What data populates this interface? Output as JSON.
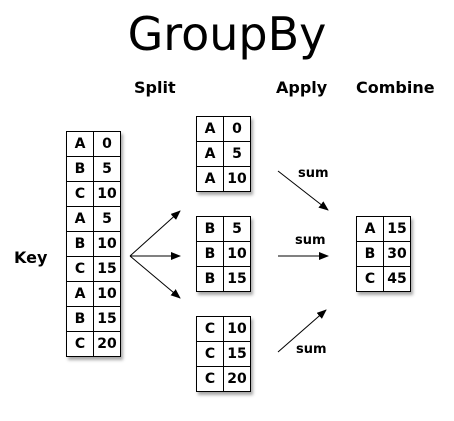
{
  "title": "GroupBy",
  "headers": {
    "split": "Split",
    "apply": "Apply",
    "combine": "Combine"
  },
  "key_label": "Key",
  "sum_label": "sum",
  "source_table": [
    {
      "key": "A",
      "value": "0"
    },
    {
      "key": "B",
      "value": "5"
    },
    {
      "key": "C",
      "value": "10"
    },
    {
      "key": "A",
      "value": "5"
    },
    {
      "key": "B",
      "value": "10"
    },
    {
      "key": "C",
      "value": "15"
    },
    {
      "key": "A",
      "value": "10"
    },
    {
      "key": "B",
      "value": "15"
    },
    {
      "key": "C",
      "value": "20"
    }
  ],
  "split_groups": [
    [
      {
        "key": "A",
        "value": "0"
      },
      {
        "key": "A",
        "value": "5"
      },
      {
        "key": "A",
        "value": "10"
      }
    ],
    [
      {
        "key": "B",
        "value": "5"
      },
      {
        "key": "B",
        "value": "10"
      },
      {
        "key": "B",
        "value": "15"
      }
    ],
    [
      {
        "key": "C",
        "value": "10"
      },
      {
        "key": "C",
        "value": "15"
      },
      {
        "key": "C",
        "value": "20"
      }
    ]
  ],
  "combined_table": [
    {
      "key": "A",
      "value": "15"
    },
    {
      "key": "B",
      "value": "30"
    },
    {
      "key": "C",
      "value": "45"
    }
  ]
}
